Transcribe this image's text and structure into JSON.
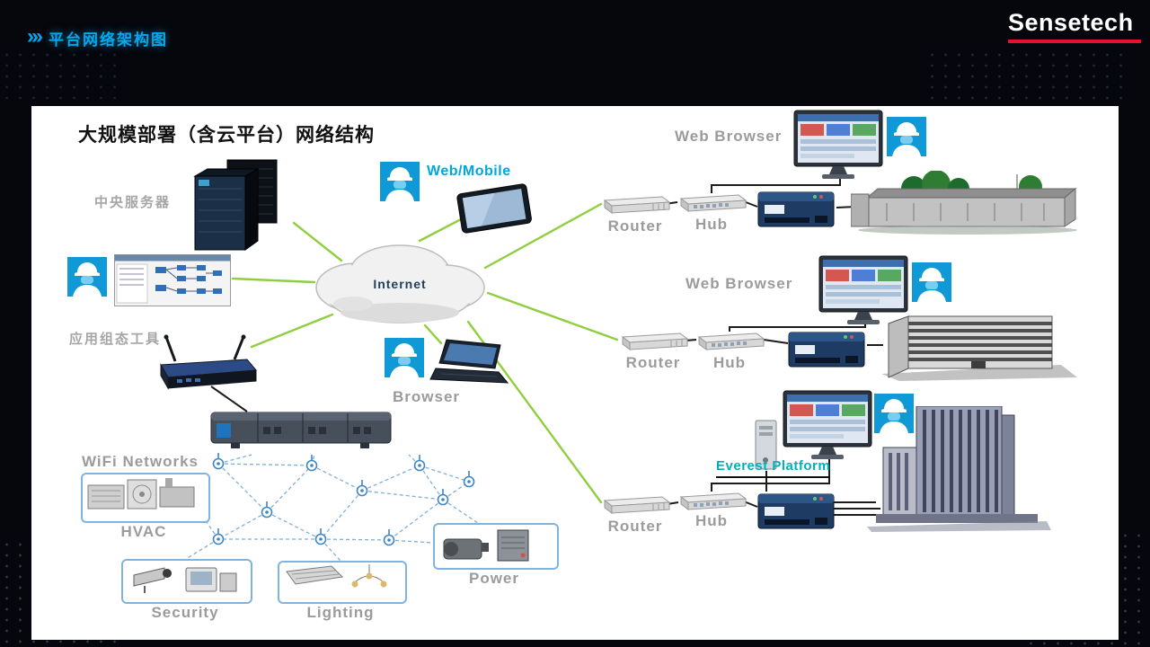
{
  "header": {
    "chevrons_icon": "›››",
    "title": "平台网络架构图",
    "logo_text": "Sensetech"
  },
  "slide": {
    "title": "大规模部署（含云平台）网络结构"
  },
  "diagram": {
    "internet_label": "Internet",
    "central_server_label": "中央服务器",
    "config_tool_label": "应用组态工具",
    "web_mobile_label": "Web/Mobile",
    "browser_label": "Browser",
    "wifi_label": "WiFi Networks",
    "branches": [
      {
        "user_label": "Web Browser",
        "router_label": "Router",
        "hub_label": "Hub"
      },
      {
        "user_label": "Web Browser",
        "router_label": "Router",
        "hub_label": "Hub"
      },
      {
        "user_label": "Everest Platform",
        "router_label": "Router",
        "hub_label": "Hub"
      }
    ],
    "device_groups": [
      {
        "label": "HVAC"
      },
      {
        "label": "Security"
      },
      {
        "label": "Lighting"
      },
      {
        "label": "Power"
      }
    ]
  },
  "colors": {
    "accent_cyan": "#00a9ee",
    "logo_red": "#e8112d",
    "line_green": "#8fcf3f",
    "label_gray": "#9b9b9b",
    "worker_blue": "#0f9ad7",
    "everest_teal": "#00b0b6"
  }
}
